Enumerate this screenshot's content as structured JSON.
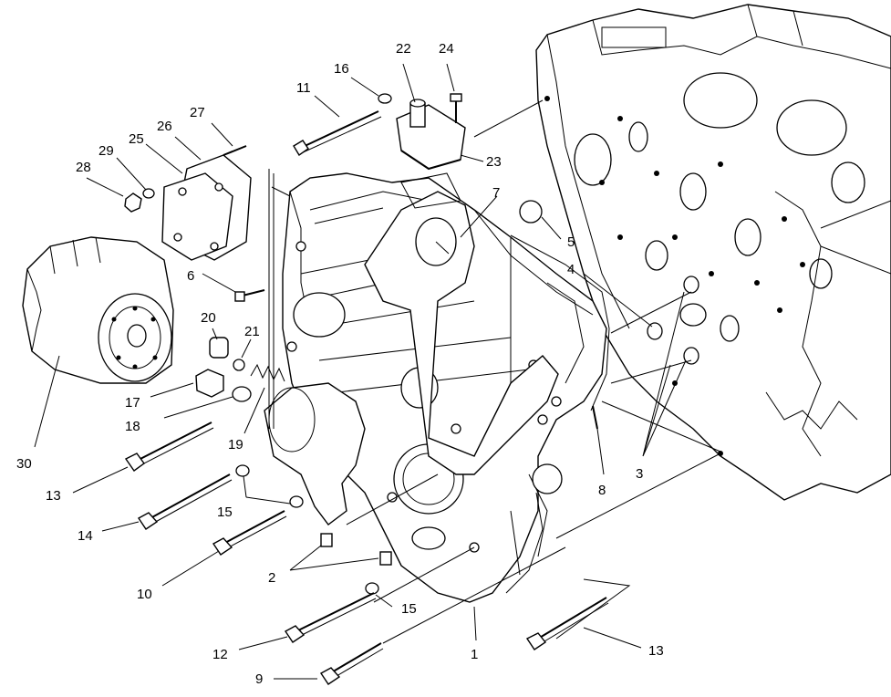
{
  "diagram": {
    "callouts": [
      "22",
      "24",
      "16",
      "11",
      "27",
      "26",
      "25",
      "29",
      "28",
      "23",
      "7",
      "5",
      "4",
      "6",
      "20",
      "21",
      "17",
      "18",
      "19",
      "30",
      "13",
      "14",
      "15",
      "3",
      "8",
      "2",
      "10",
      "15",
      "12",
      "1",
      "13",
      "9"
    ]
  }
}
